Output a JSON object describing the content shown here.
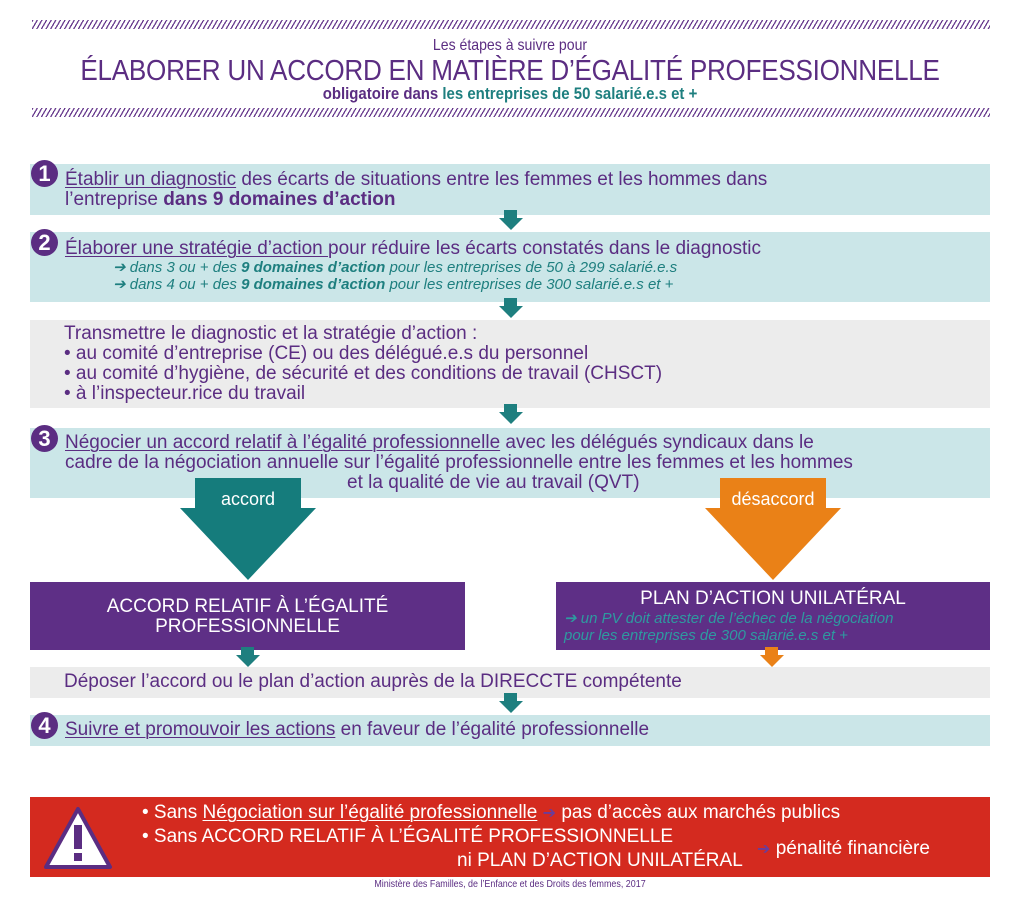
{
  "header": {
    "intro": "Les étapes à suivre pour",
    "title": "ÉLABORER UN ACCORD EN MATIÈRE D’ÉGALITÉ PROFESSIONNELLE",
    "subtitle_part1": "obligatoire dans ",
    "subtitle_part2": "les entreprises de 50 salarié.e.s et +"
  },
  "colors": {
    "purple": "#5b2d82",
    "teal": "#1e7f7f",
    "teal_box": "#cbe6e8",
    "gray_box": "#ececec",
    "orange": "#ea8117",
    "red": "#d42a1f"
  },
  "steps": {
    "step1": {
      "number": "1",
      "link": "Établir un diagnostic",
      "text": " des écarts de situations entre les femmes et les hommes dans",
      "line2_plain": "l’entreprise ",
      "line2_bold": "dans 9 domaines d’action"
    },
    "step2": {
      "number": "2",
      "link": "Élaborer une stratégie d’action ",
      "text": "pour réduire les écarts constatés dans le diagnostic",
      "bullets": [
        {
          "arrow": "➔",
          "pre": " dans 3 ou + des ",
          "bold": "9 domaines d’action",
          "post": " pour les entreprises de 50 à 299 salarié.e.s"
        },
        {
          "arrow": "➔",
          "pre": " dans 4 ou + des ",
          "bold": "9 domaines d’action",
          "post": " pour les entreprises de 300 salarié.e.s et +"
        }
      ]
    },
    "transmit": {
      "title": "Transmettre le diagnostic et la stratégie d’action :",
      "items": [
        "• au comité d’entreprise (CE) ou des délégué.e.s du personnel",
        "• au comité d’hygiène, de sécurité et des conditions de travail (CHSCT)",
        "• à l’inspecteur.rice du travail"
      ]
    },
    "step3": {
      "number": "3",
      "link": "Négocier un accord relatif à l’égalité professionnelle",
      "text": " avec les délégués syndicaux dans le",
      "line2": "cadre de la négociation annuelle sur l’égalité professionnelle entre les femmes et les hommes",
      "line3": "et la qualité de vie au travail (QVT)"
    },
    "branches": {
      "accord_label": "accord",
      "desaccord_label": "désaccord",
      "accord_box": {
        "line1": "ACCORD RELATIF À L’ÉGALITÉ",
        "line2": "PROFESSIONNELLE"
      },
      "plan_box": {
        "title": "PLAN D’ACTION UNILATÉRAL",
        "note1": "➔ un PV doit attester de l’échec de la négociation",
        "note2": "pour les entreprises de 300 salarié.e.s et +"
      }
    },
    "deposit": {
      "text": "Déposer l’accord ou le plan d’action auprès de la DIRECCTE compétente"
    },
    "step4": {
      "number": "4",
      "link": "Suivre et promouvoir les actions",
      "text": " en faveur de l’égalité professionnelle"
    }
  },
  "warning": {
    "icon": "warning-triangle-icon",
    "line1_pre": "• Sans ",
    "line1_link": "Négociation sur l’égalité professionnelle",
    "line1_arrow": "➔",
    "line1_post": "pas d’accès aux marchés publics",
    "line2": "• Sans ACCORD RELATIF À L’ÉGALITÉ PROFESSIONNELLE",
    "line3": "ni PLAN D’ACTION UNILATÉRAL",
    "line23_arrow": "➔",
    "line23_post": "pénalité financière"
  },
  "footer": {
    "source": "Ministère des Familles, de l’Enfance et des Droits des femmes, 2017"
  }
}
